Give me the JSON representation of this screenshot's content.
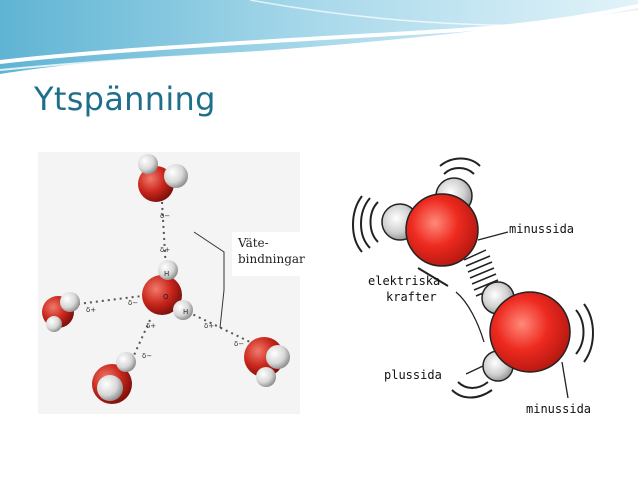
{
  "slide": {
    "title": "Ytspänning",
    "colors": {
      "title": "#1f6f8b",
      "banner_light": "#cde9f3",
      "banner_dark": "#4aa5c8",
      "oxygen": "#d22b1f",
      "hydrogen": "#e8e8e8"
    }
  },
  "left_figure": {
    "label": "Väte-\nbindningar",
    "label_line1": "Väte-",
    "label_line2": "bindningar",
    "atom_labels": {
      "h": "H",
      "o": "O"
    },
    "delta_minus": "δ−",
    "delta_plus": "δ+"
  },
  "right_figure": {
    "labels": {
      "minussida_top": "minussida",
      "elektriska": "elektriska",
      "krafter": "krafter",
      "plussida": "plussida",
      "minussida_bottom": "minussida"
    }
  }
}
